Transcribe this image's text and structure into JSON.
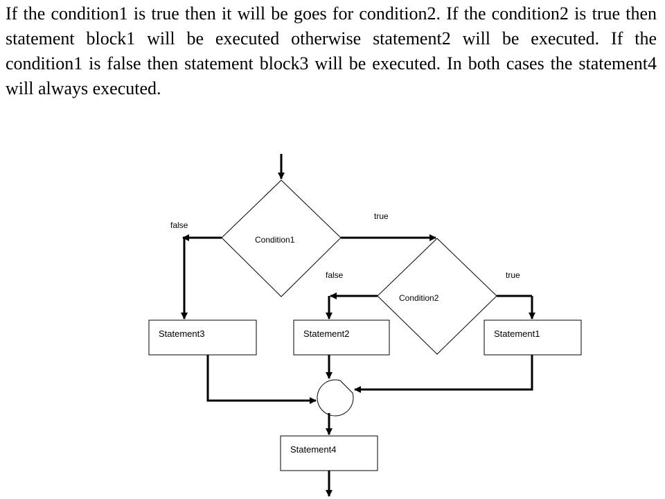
{
  "paragraph": "If the condition1 is true then it will be goes for condition2. If the condition2 is true then statement block1 will be executed otherwise statement2 will be executed. If the condition1 is false then statement block3 will be executed. In both cases the statement4 will always executed.",
  "flowchart": {
    "condition1": "Condition1",
    "condition2": "Condition2",
    "cond1_false_label": "false",
    "cond1_true_label": "true",
    "cond2_false_label": "false",
    "cond2_true_label": "true",
    "statement1": "Statement1",
    "statement2": "Statement2",
    "statement3": "Statement3",
    "statement4": "Statement4"
  }
}
